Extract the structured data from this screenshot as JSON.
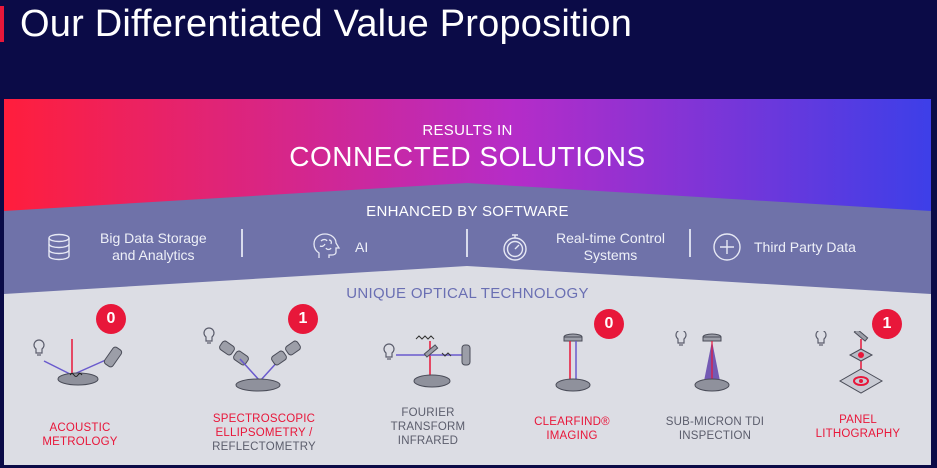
{
  "page": {
    "title": "Our Differentiated Value Proposition"
  },
  "results": {
    "kicker": "RESULTS IN",
    "headline": "CONNECTED SOLUTIONS"
  },
  "software": {
    "heading": "ENHANCED BY SOFTWARE",
    "items": [
      {
        "label_line1": "Big Data Storage",
        "label_line2": "and Analytics",
        "icon": "database-icon"
      },
      {
        "label_line1": "AI",
        "label_line2": "",
        "icon": "brain-icon"
      },
      {
        "label_line1": "Real-time Control",
        "label_line2": "Systems",
        "icon": "stopwatch-icon"
      },
      {
        "label_line1": "Third Party Data",
        "label_line2": "",
        "icon": "plus-circle-icon"
      }
    ]
  },
  "optical": {
    "heading": "UNIQUE OPTICAL TECHNOLOGY",
    "technologies": [
      {
        "line1": "ACOUSTIC",
        "line2": "METROLOGY",
        "line3": "",
        "badge": "0"
      },
      {
        "line1": "SPECTROSCOPIC",
        "line2": "ELLIPSOMETRY /",
        "line3": "REFLECTOMETRY",
        "badge": "1"
      },
      {
        "line1": "FOURIER",
        "line2": "TRANSFORM",
        "line3": "INFRARED",
        "badge": ""
      },
      {
        "line1": "CLEARFIND®",
        "line2": "IMAGING",
        "line3": "",
        "badge": "0"
      },
      {
        "line1": "SUB-MICRON TDI",
        "line2": "INSPECTION",
        "line3": "",
        "badge": ""
      },
      {
        "line1": "PANEL",
        "line2": "LITHOGRAPHY",
        "line3": "",
        "badge": "1"
      }
    ]
  },
  "colors": {
    "background": "#0b0b47",
    "accent_red": "#e8173a",
    "gradient_start": "#ff1e3c",
    "gradient_mid": "#b52cc8",
    "gradient_end": "#3d3fe8",
    "software_band": "#6f72a9",
    "optical_band": "#dcdde4"
  }
}
